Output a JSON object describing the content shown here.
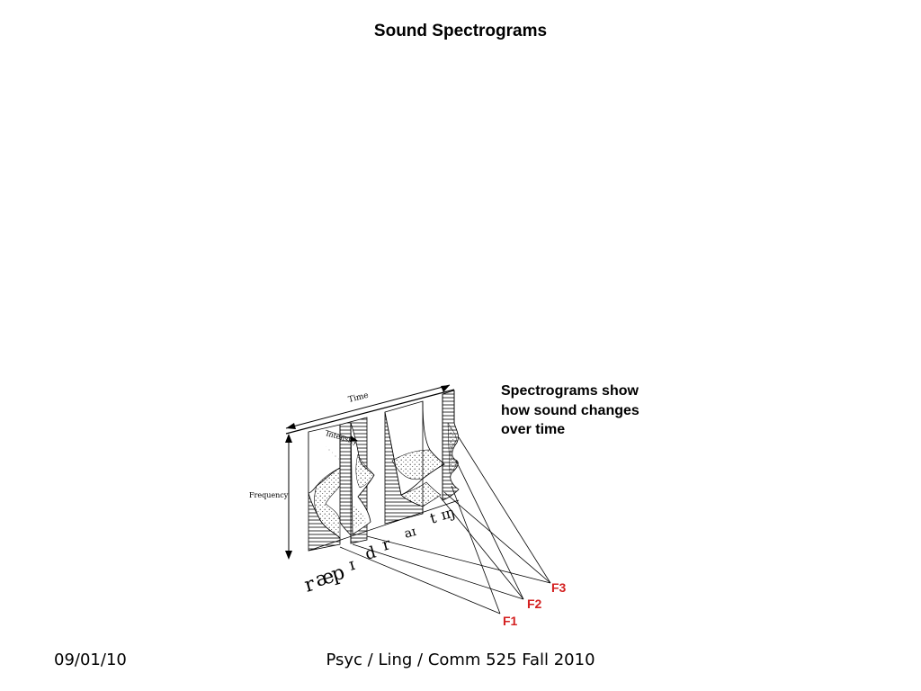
{
  "slide": {
    "title": "Sound Spectrograms"
  },
  "diagram": {
    "axis_labels": {
      "time": "Time",
      "intensity": "Intensity",
      "frequency": "Frequency"
    },
    "phonetic_segments": [
      "r",
      "æ",
      "p",
      "ɪ",
      "d",
      "r",
      "aɪ",
      "t",
      "ɪŋ"
    ],
    "formant_labels": [
      "F3",
      "F2",
      "F1"
    ],
    "formant_color": "#d42020"
  },
  "caption": {
    "lines": [
      "Spectrograms show",
      "how sound changes",
      "over time"
    ]
  },
  "footer": {
    "date": "09/01/10",
    "course": "Psyc / Ling / Comm 525 Fall 2010"
  }
}
